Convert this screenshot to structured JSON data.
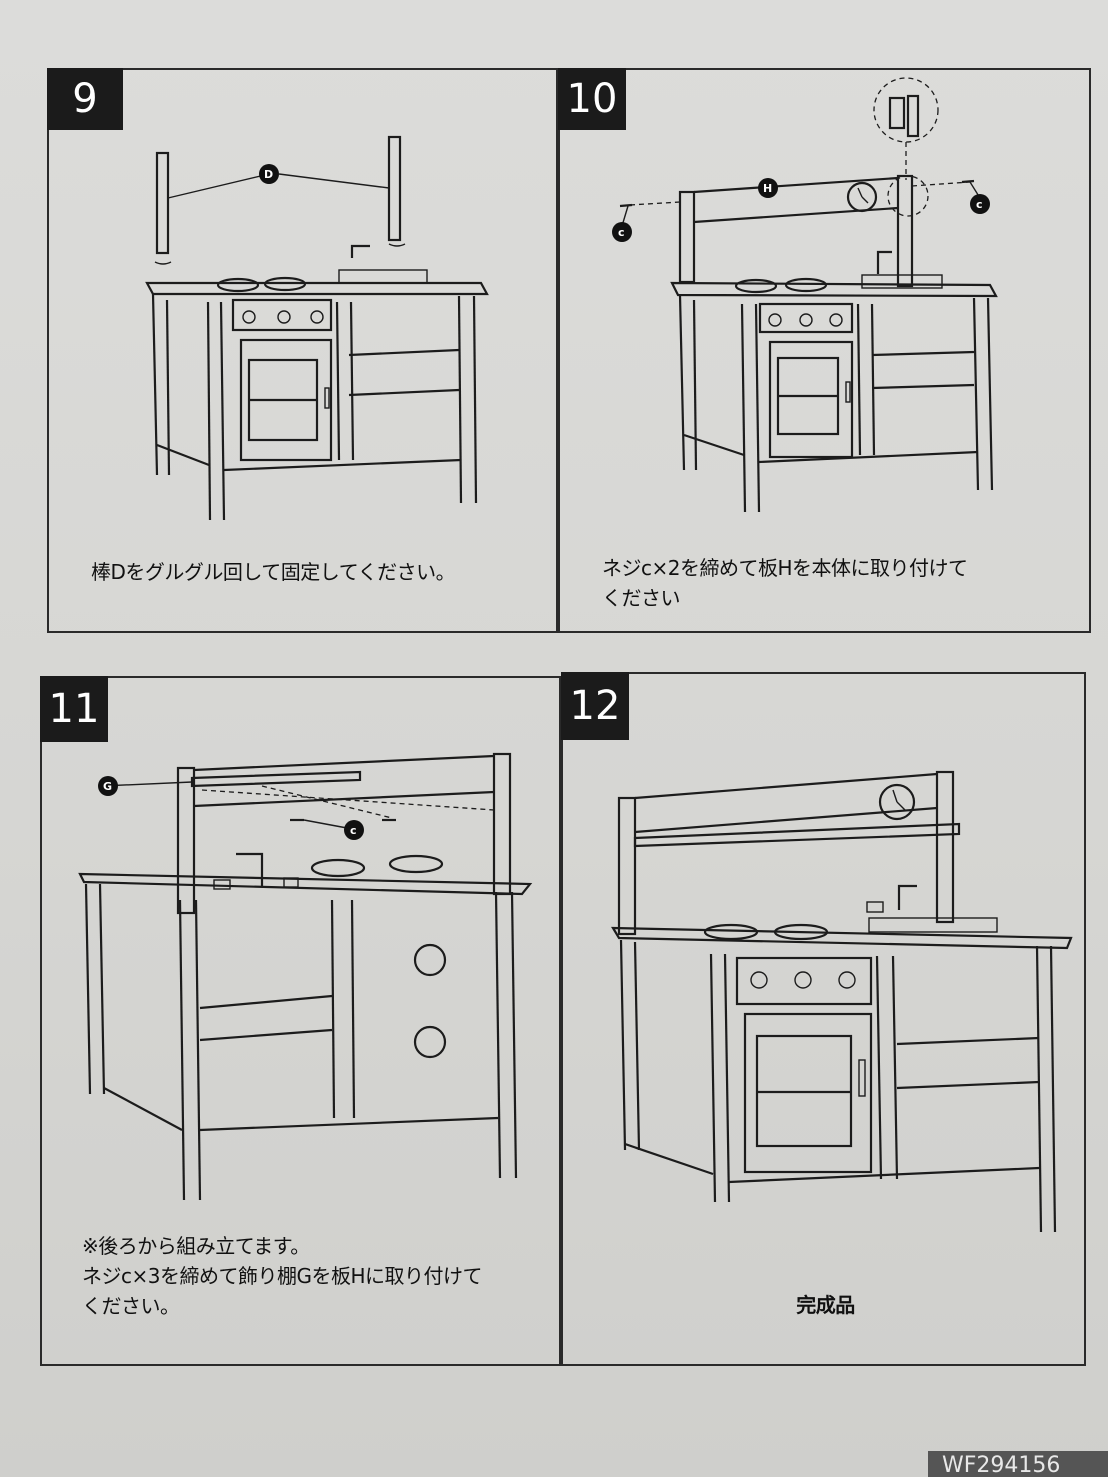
{
  "panels": [
    {
      "number": "9",
      "callouts": [
        "D"
      ],
      "caption": "棒Dをグルグル回して固定してください。"
    },
    {
      "number": "10",
      "callouts": [
        "H",
        "c",
        "c"
      ],
      "caption": "ネジc×2を締めて板Hを本体に取り付けて\nください"
    },
    {
      "number": "11",
      "callouts": [
        "G",
        "c"
      ],
      "caption": "※後ろから組み立てます。\nネジc×3を締めて飾り棚Gを板Hに取り付けて\nください。"
    },
    {
      "number": "12",
      "callouts": [],
      "caption": "完成品"
    }
  ],
  "footer": {
    "model_code": "WF294156"
  }
}
